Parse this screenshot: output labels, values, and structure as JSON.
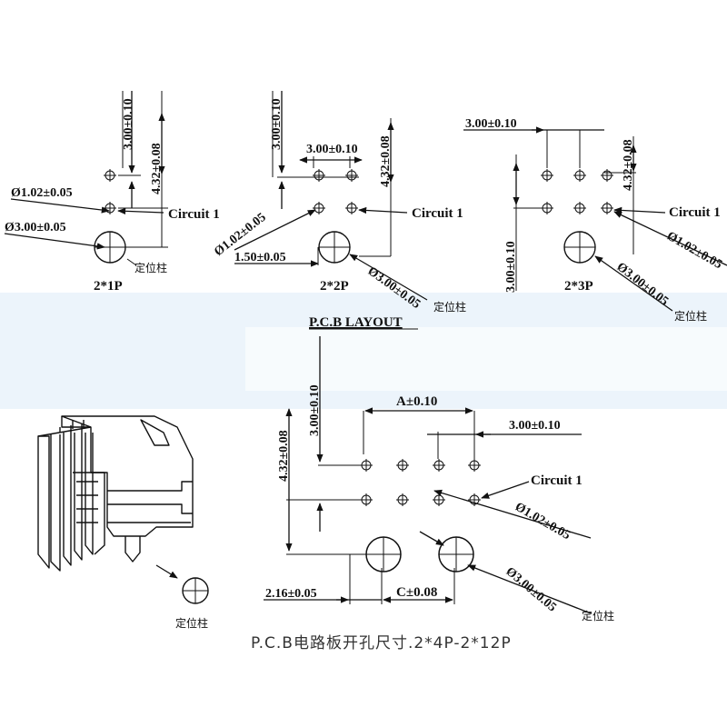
{
  "colors": {
    "band": "#dcebf8",
    "ink": "#111111"
  },
  "layout_2x1": {
    "name": "2*1P",
    "dim_pitch_v": "3.00±0.10",
    "dim_height": "4.32±0.08",
    "dim_hole": "Ø1.02±0.05",
    "dim_peg": "Ø3.00±0.05",
    "circuit": "Circuit 1",
    "peg_label": "定位柱"
  },
  "layout_2x2": {
    "name": "2*2P",
    "dim_pitch_v": "3.00±0.10",
    "dim_pitch_h": "3.00±0.10",
    "dim_height": "4.32±0.08",
    "dim_hole": "Ø1.02±0.05",
    "dim_offset": "1.50±0.05",
    "dim_peg": "Ø3.00±0.05",
    "circuit": "Circuit 1",
    "peg_label": "定位柱"
  },
  "layout_2x3": {
    "name": "2*3P",
    "dim_pitch_h": "3.00±0.10",
    "dim_height": "4.32±0.08",
    "dim_side": "3.00±0.10",
    "dim_hole": "Ø1.02±0.05",
    "dim_peg": "Ø3.00±0.05",
    "circuit": "Circuit 1",
    "peg_label": "定位柱"
  },
  "main_layout": {
    "title": "P.C.B LAYOUT",
    "dim_pitch_v": "3.00±0.10",
    "dim_height": "4.32±0.08",
    "dim_a": "A±0.10",
    "dim_pitch_h": "3.00±0.10",
    "circuit": "Circuit 1",
    "dim_hole": "Ø1.02±0.05",
    "dim_peg": "Ø3.00±0.05",
    "dim_left": "2.16±0.05",
    "dim_c": "C±0.08",
    "peg_label": "定位柱"
  },
  "connector": {
    "peg_label": "定位柱"
  },
  "caption": "P.C.B电路板开孔尺寸.2*4P-2*12P"
}
